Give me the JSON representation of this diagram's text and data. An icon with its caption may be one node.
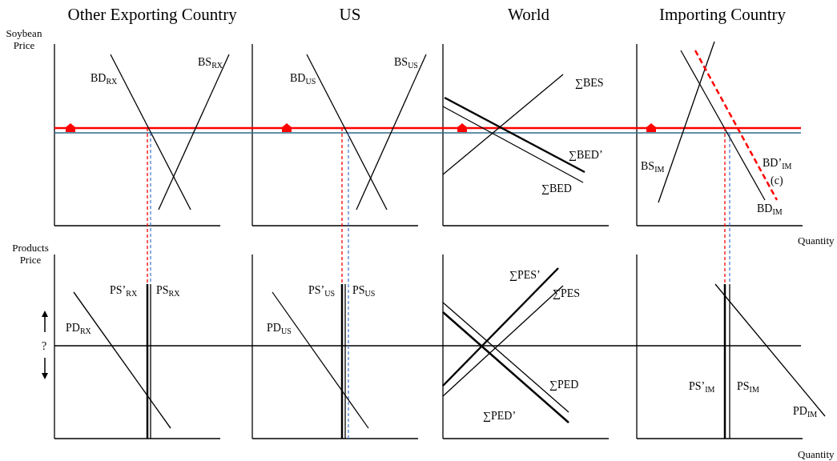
{
  "diagram": {
    "labels": [
      "Other Exporting Country",
      "US",
      "World",
      "Importing Country",
      "Soybean Price",
      "BD$_{RX}$",
      "BS$_{RX}$",
      "BD$_{US}$",
      "BS$_{US}$",
      "∑BES",
      "∑BED’",
      "∑BED",
      "BS$_{IM}$",
      "BD’$_{IM}$",
      "(c)",
      "BD$_{IM}$",
      "Quantity",
      "Products Price",
      "PS’$_{RX}$",
      "PS$_{RX}$",
      "PS’$_{US}$",
      "PS$_{US}$",
      "∑PES’",
      "∑PES",
      "PD$_{RX}$",
      "PD$_{US}$",
      "?",
      "∑PED",
      "∑PED’",
      "PS’$_{IM}$",
      "PS$_{IM}$",
      "PD$_{IM}$",
      "Quantity"
    ]
  }
}
